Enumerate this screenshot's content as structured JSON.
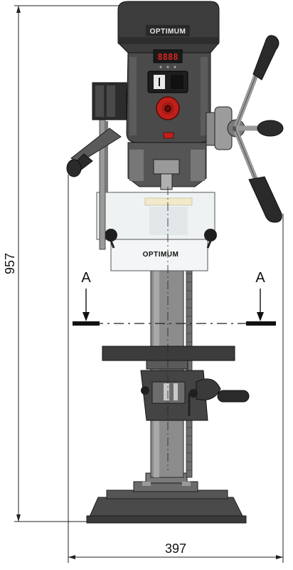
{
  "drawing": {
    "brand_head": "OPTIMUM",
    "brand_guard": "OPTIMUM",
    "display_digits": "8888",
    "dim_height": "957",
    "dim_width": "397",
    "section_left": "A",
    "section_right": "A"
  },
  "colors": {
    "body_dark": "#3a3a3a",
    "body_mid": "#5a5a5a",
    "body_light": "#8a8a8a",
    "metal": "#9a9a9a",
    "emergency_red": "#c0201a",
    "display_red": "#d8251f",
    "guard_tint": "#e9eef0"
  }
}
